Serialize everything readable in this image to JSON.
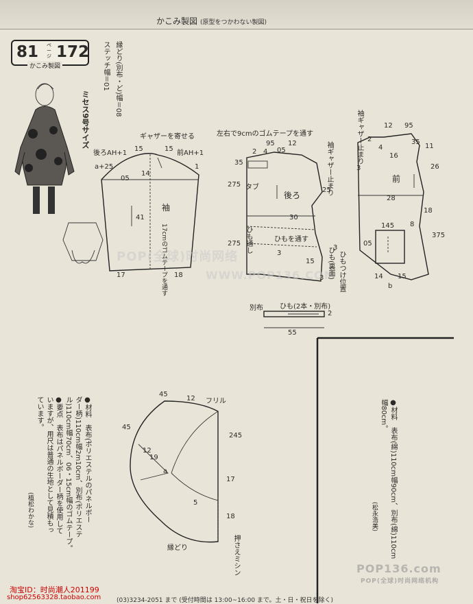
{
  "header": {
    "title": "かこみ製図",
    "subtitle": "(原型をつかわない製図)"
  },
  "badge": {
    "page": "81",
    "page_word": "ページ",
    "number": "172",
    "caption": "かこみ製図"
  },
  "notes_top": {
    "stitch": "ステッチ幅＝01",
    "binding": "縁どり(別布・ど)幅＝08",
    "size": "ミセス9号サイズ"
  },
  "sleeve": {
    "title": "袖",
    "gather": "ギャザーを寄せる",
    "back_ah": "後ろAH+1",
    "front_ah": "前AH+1",
    "a25": "a+25",
    "m15a": "15",
    "m15b": "15",
    "m05": "05",
    "m14": "14",
    "m1": "1",
    "m41": "41",
    "elastic": "17cmのゴムテープを通す",
    "m17": "17",
    "m18": "18"
  },
  "back": {
    "title": "後ろ",
    "elastic_note": "左右で9cmのゴムテープを通す",
    "m95": "95",
    "m12": "12",
    "m2": "2",
    "m4": "4",
    "m05": "05",
    "m35": "35",
    "m275a": "275",
    "m275b": "275",
    "tab": "タブ",
    "m25": "25",
    "m30": "30",
    "himo1": "ひもを通す",
    "himo2": "ひも通し",
    "m3a": "3",
    "m3b": "3",
    "m15": "15",
    "m3c": "3",
    "inner": "ひも(裏面)",
    "himo_pos": "ひもつけ位置",
    "sleeve_gather": "袖ギャザー止まり"
  },
  "front": {
    "title": "前",
    "sleeve_gather": "袖ギャザー止まり",
    "m12": "12",
    "m95": "95",
    "m2": "2",
    "m4": "4",
    "m35": "35",
    "m11": "11",
    "m16": "16",
    "m3": "3",
    "m26": "26",
    "m28": "28",
    "m18": "18",
    "m145": "145",
    "m8": "8",
    "m05": "05",
    "m375": "375",
    "m14": "14",
    "m15": "15",
    "mb": "b"
  },
  "tie": {
    "cloth": "別布",
    "label": "ひも(2本・別布)",
    "m2": "2",
    "m55": "55"
  },
  "frill": {
    "title": "フリル",
    "m45a": "45",
    "m12": "12",
    "m45b": "45",
    "m245": "245",
    "m12b": "12",
    "m19": "19",
    "m17": "17",
    "m5": "5",
    "m18": "18",
    "ma": "a",
    "binding": "縁どり",
    "press": "押さえミシン"
  },
  "materials_left": {
    "lines": [
      "●材料　表布(ポリエステルのパネルボー",
      "ダー柄)110cm幅2m10cm、別布(ポリエステ",
      "ル)110cm幅70cm、06・15cm幅のゴムテープ。",
      "●要点　表布はパネルボーダー柄を使用して",
      "いますが、用尺は普通の生地として見積もっ",
      "ています。",
      "(植松わかな)"
    ]
  },
  "materials_right": {
    "lines": [
      "●材料　表布(綿)110cm幅90cm、別布(綿)110cm",
      "幅80cm。",
      "(松永浩美)"
    ]
  },
  "watermarks": {
    "w1": "POP(全球)时尚网络",
    "w2": "WWW.POP136.COM",
    "w3": "POP136.com",
    "w4": "POP(全球)时尚网络机构"
  },
  "footer": {
    "shop": "淘宝ID：时尚潮人201199",
    "shop_url": "shop62563328.taobao.com",
    "hours": "(03)3234-2051 まで (受付時間は 13:00~16:00 まで。土・日・祝日を除く)"
  }
}
